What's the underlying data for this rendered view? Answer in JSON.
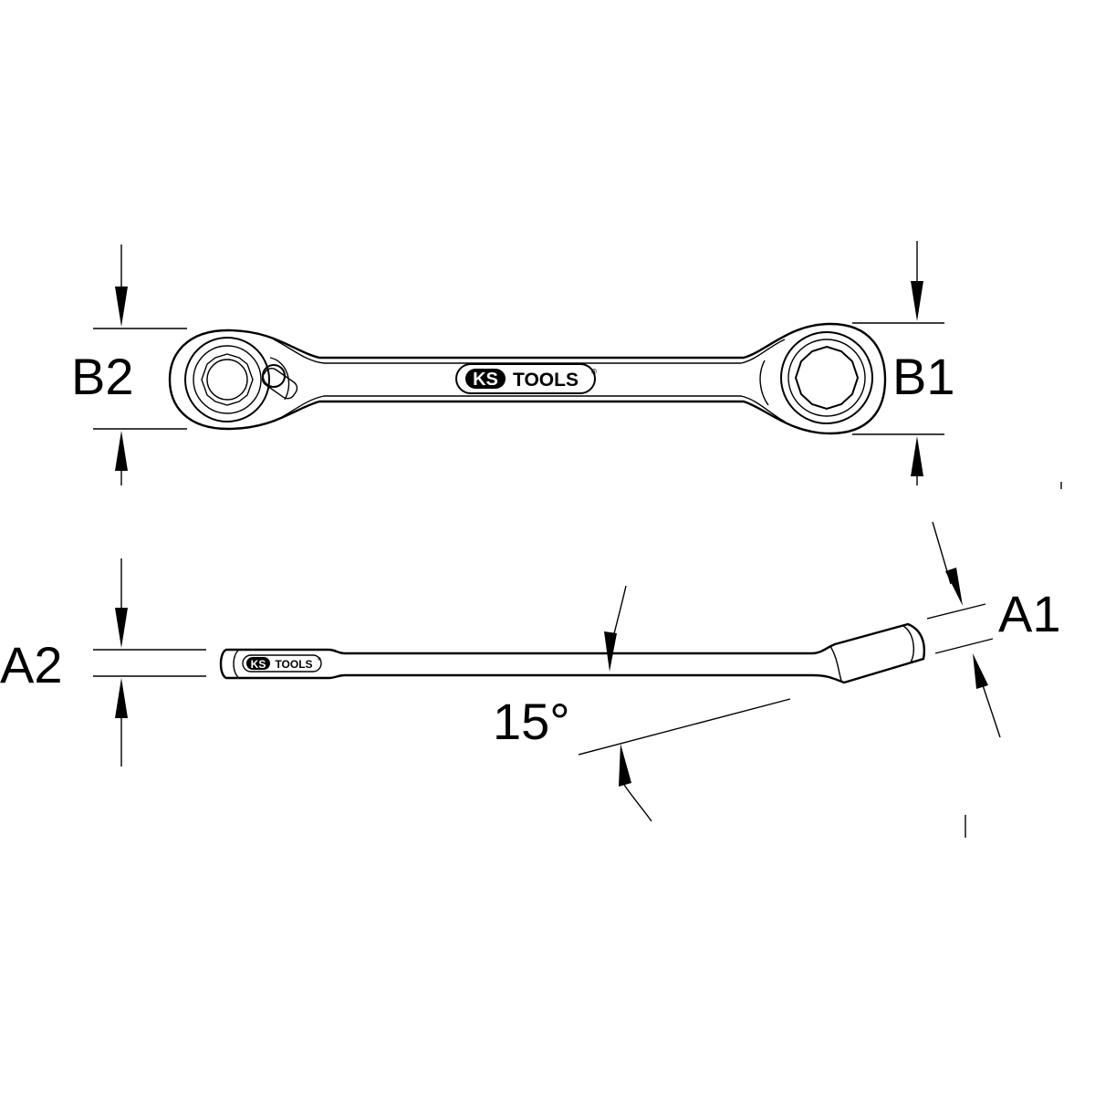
{
  "labels": {
    "b2": "B2",
    "b1": "B1",
    "a2": "A2",
    "a1": "A1",
    "angle": "15°"
  },
  "logo": {
    "brand_left": "KS",
    "brand_right": "TOOLS",
    "registered": "®"
  },
  "colors": {
    "line": "#000000",
    "background": "#ffffff"
  }
}
